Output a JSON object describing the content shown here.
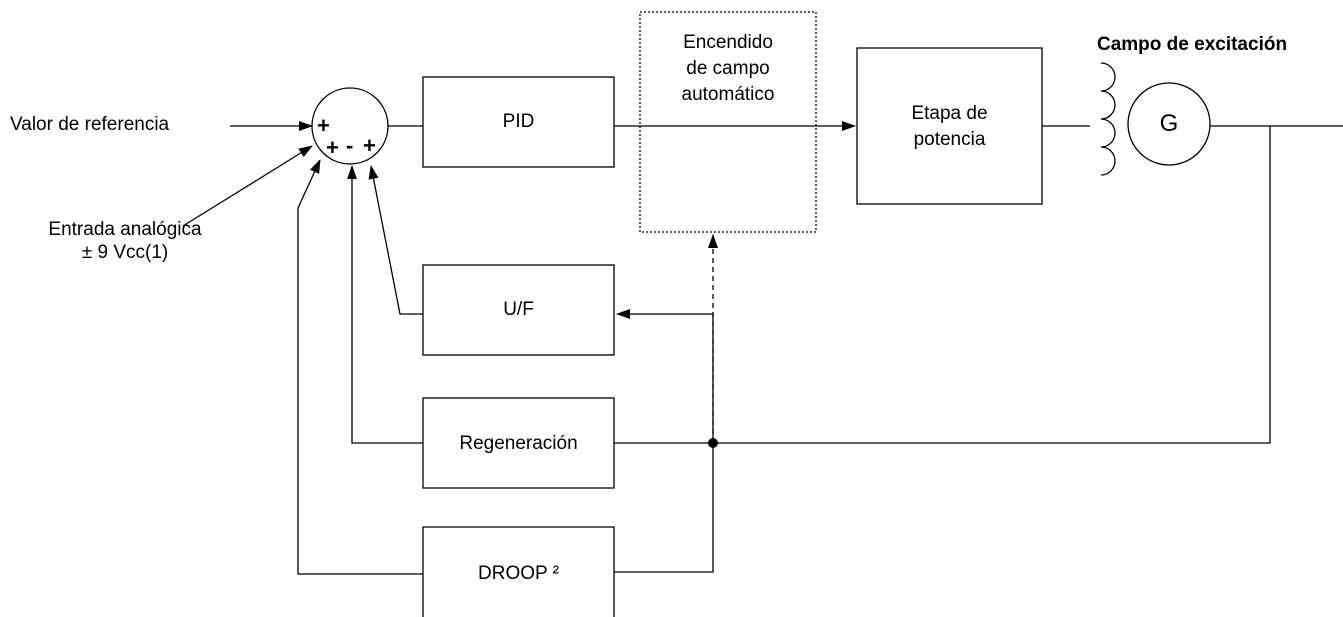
{
  "labels": {
    "reference": "Valor de referencia",
    "analog_input_line1": "Entrada analógica",
    "analog_input_line2": "± 9 Vcc(1)",
    "excitation_field": "Campo de excitación"
  },
  "blocks": {
    "pid": "PID",
    "auto_field_line1": "Encendido",
    "auto_field_line2": "de campo",
    "auto_field_line3": "automático",
    "power_stage_line1": "Etapa de",
    "power_stage_line2": "potencia",
    "uf": "U/F",
    "regeneration": "Regeneración",
    "droop": "DROOP ²",
    "generator": "G"
  },
  "summing_signs": {
    "reference": "+",
    "analog": "+",
    "regeneration": "-",
    "uf": "+"
  }
}
